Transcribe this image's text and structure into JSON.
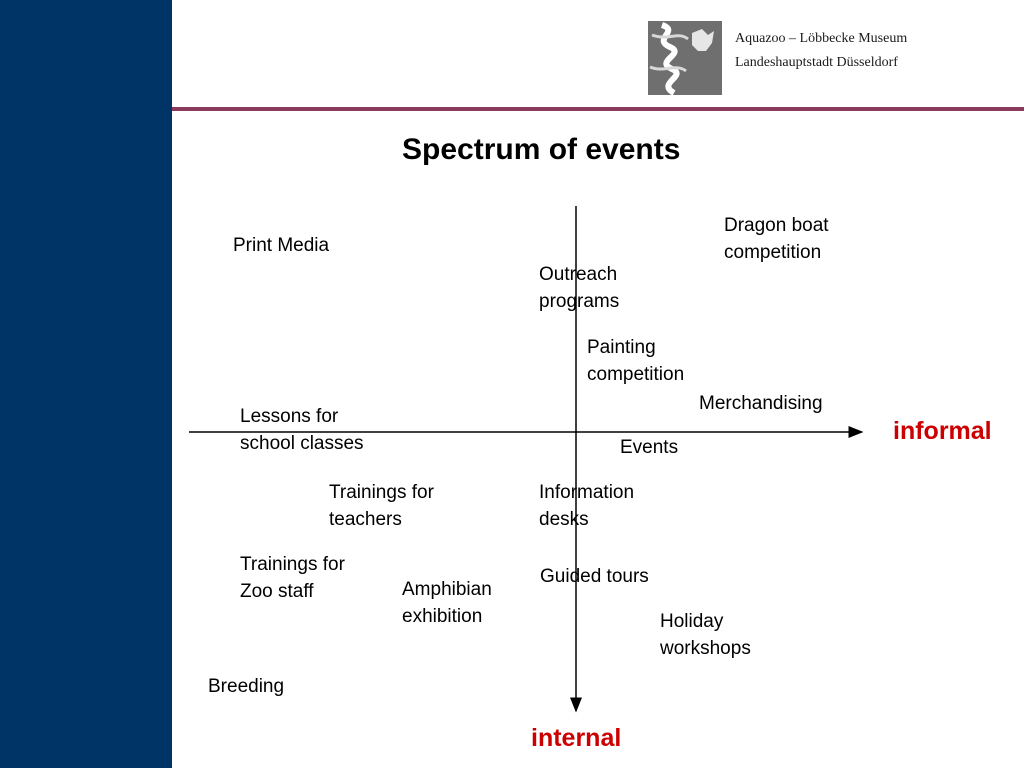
{
  "header": {
    "institution_line1": "Aquazoo – Löbbecke Museum",
    "institution_line2": "Landeshauptstadt Düsseldorf",
    "logo_icon": "aquazoo-logo-icon"
  },
  "slide": {
    "title": "Spectrum of events"
  },
  "axes": {
    "horizontal_label": "informal",
    "vertical_label": "internal",
    "label_color": "#cc0000"
  },
  "colors": {
    "sidebar": "#003366",
    "header_rule": "#8a3a5c"
  },
  "items": [
    {
      "lines": [
        "Print Media"
      ]
    },
    {
      "lines": [
        "Dragon boat",
        "competition"
      ]
    },
    {
      "lines": [
        "Outreach",
        "programs"
      ]
    },
    {
      "lines": [
        "Painting",
        "competition"
      ]
    },
    {
      "lines": [
        "Merchandising"
      ]
    },
    {
      "lines": [
        "Lessons for",
        "school classes"
      ]
    },
    {
      "lines": [
        "Events"
      ]
    },
    {
      "lines": [
        "Trainings for",
        "teachers"
      ]
    },
    {
      "lines": [
        "Information",
        "desks"
      ]
    },
    {
      "lines": [
        "Trainings for",
        "Zoo staff"
      ]
    },
    {
      "lines": [
        "Amphibian",
        "exhibition"
      ]
    },
    {
      "lines": [
        "Guided tours"
      ]
    },
    {
      "lines": [
        "Holiday",
        "workshops"
      ]
    },
    {
      "lines": [
        "Breeding"
      ]
    }
  ]
}
